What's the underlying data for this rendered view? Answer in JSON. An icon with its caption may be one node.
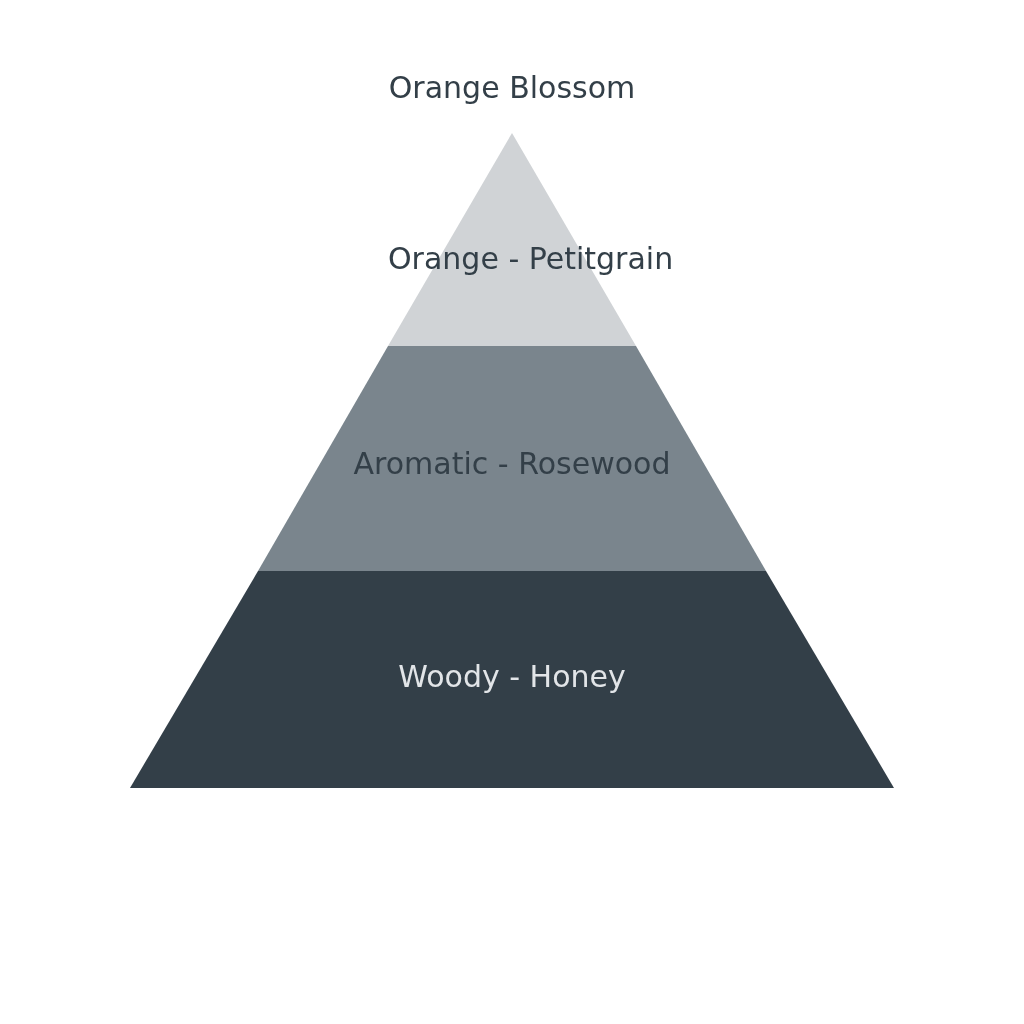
{
  "diagram": {
    "nodes": [
      {
        "text": [
          "Orange - Petitgrain"
        ]
      },
      {
        "text": [
          "Aromatic - Rosewood"
        ]
      },
      {
        "text": [
          "Woody - Honey"
        ]
      }
    ],
    "labels": [
      "Orange Blossom"
    ]
  }
}
